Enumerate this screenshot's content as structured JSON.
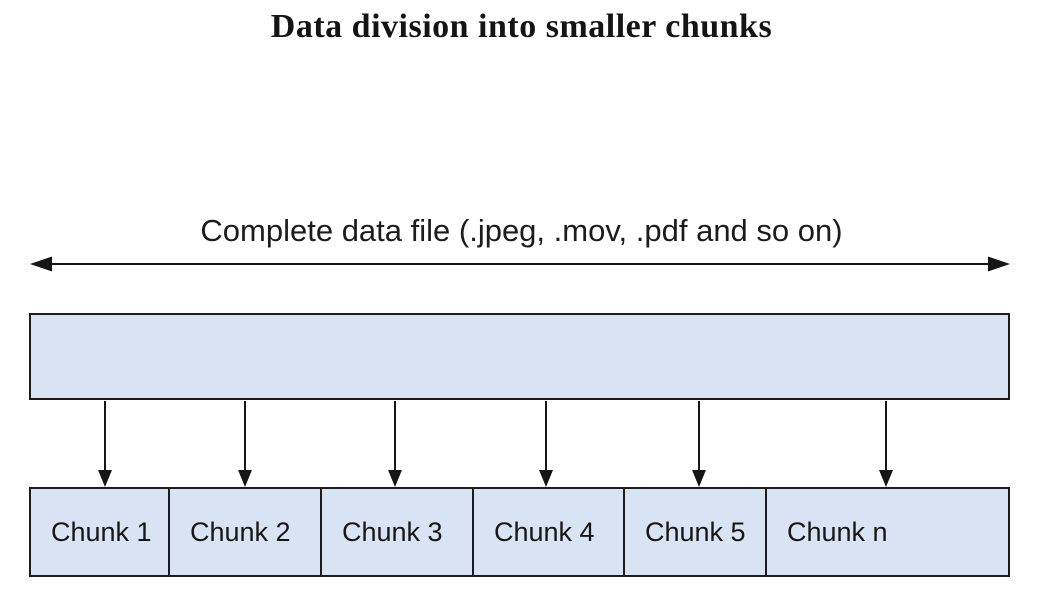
{
  "diagram": {
    "title": "Data division into smaller chunks",
    "file_label": "Complete data file (.jpeg, .mov, .pdf and so on)",
    "chunks": [
      "Chunk 1",
      "Chunk 2",
      "Chunk 3",
      "Chunk 4",
      "Chunk 5",
      "Chunk n"
    ],
    "colors": {
      "box_fill": "#d8e4f3",
      "box_border": "#1c1c1c",
      "arrow": "#161616",
      "text": "#141414",
      "background": "#ffffff"
    }
  }
}
